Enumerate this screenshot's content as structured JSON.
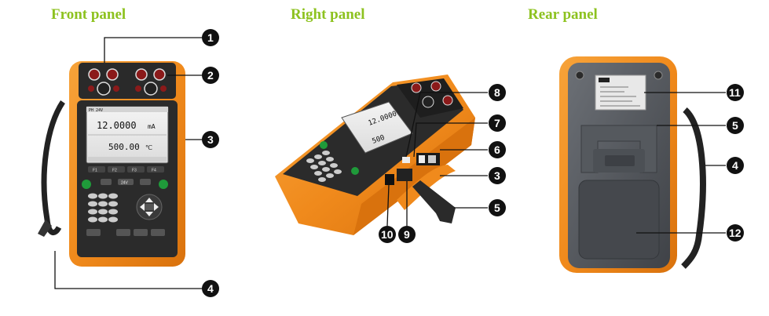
{
  "titles": {
    "front": "Front panel",
    "right": "Right panel",
    "rear": "Rear panel"
  },
  "callouts": {
    "c1": "1",
    "c2": "2",
    "c3a": "3",
    "c4a": "4",
    "c8": "8",
    "c7": "7",
    "c6": "6",
    "c3b": "3",
    "c5a": "5",
    "c10": "10",
    "c9": "9",
    "c11": "11",
    "c5b": "5",
    "c4b": "4",
    "c12": "12"
  },
  "front_lcd": {
    "header": "PH 24V",
    "value1": "12.0000",
    "unit1": "mA",
    "value2": "500.00",
    "unit2": "℃",
    "softkeys": [
      "F1",
      "F2",
      "F3",
      "F4"
    ]
  },
  "right_lcd": {
    "value1": "12.0000",
    "value2": "500"
  },
  "front_keys": {
    "k24v": "24V"
  },
  "colors": {
    "title_green": "#8dc21f",
    "body_orange": "#f08a1c",
    "callout_fill": "#111111",
    "panel_dark": "#2a2a2a"
  },
  "icons": [
    "callout-marker-icon",
    "leader-line-icon"
  ]
}
